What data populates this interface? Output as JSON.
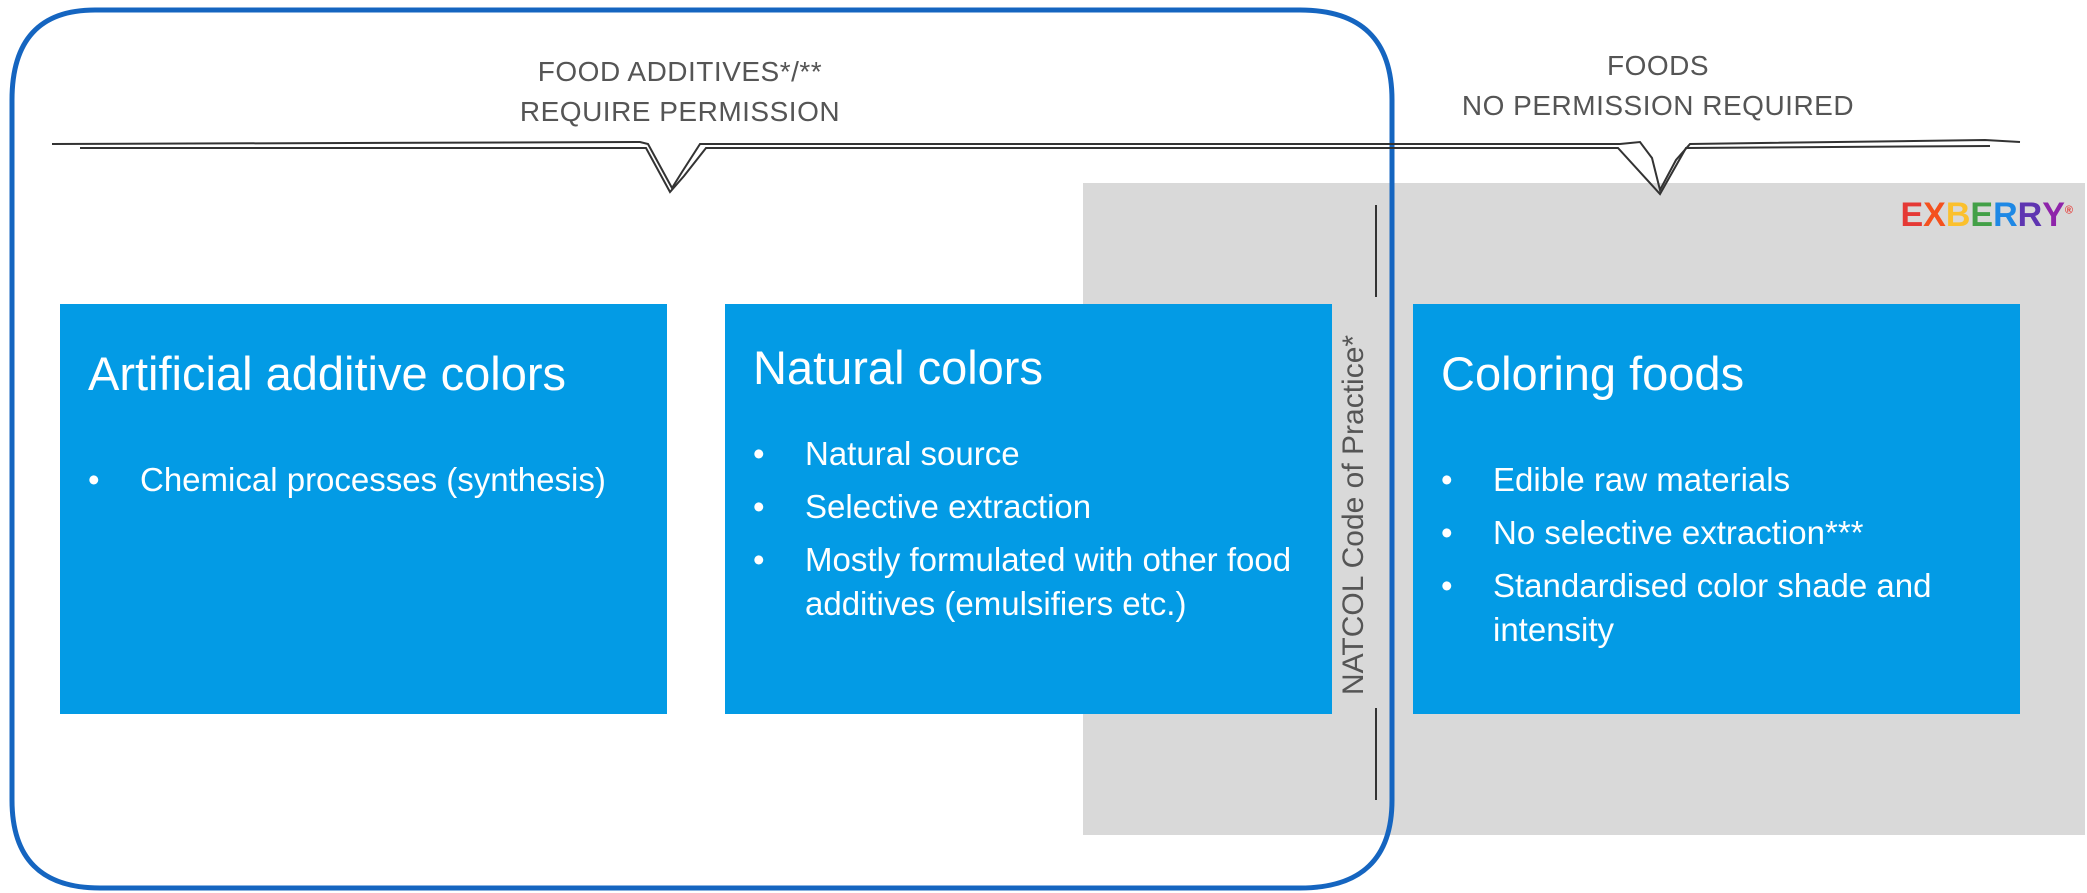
{
  "headers": {
    "left": {
      "line1": "FOOD ADDITIVES*/**",
      "line2": "REQUIRE PERMISSION"
    },
    "right": {
      "line1": "FOODS",
      "line2": "NO PERMISSION REQUIRED"
    }
  },
  "boxes": [
    {
      "title": "Artificial additive colors",
      "items": [
        "Chemical processes (synthesis)"
      ]
    },
    {
      "title": "Natural colors",
      "items": [
        "Natural source",
        "Selective extraction",
        "Mostly formulated with other food additives (emulsifiers etc.)"
      ]
    },
    {
      "title": "Coloring foods",
      "items": [
        "Edible raw materials",
        "No selective extraction***",
        "Standardised color shade and intensity"
      ]
    }
  ],
  "bullet": "•",
  "natcol_label": "NATCOL Code of Practice*",
  "logo": {
    "letters": [
      "E",
      "X",
      "B",
      "E",
      "R",
      "R",
      "Y"
    ],
    "mark": "®"
  },
  "colors": {
    "box_blue": "#039be5",
    "outline_blue": "#1565c0",
    "panel_gray": "#d9d9d9",
    "logo": [
      "#e53935",
      "#e53935",
      "#fbc02d",
      "#43a047",
      "#1e88e5",
      "#5e35b1",
      "#8e24aa"
    ]
  }
}
